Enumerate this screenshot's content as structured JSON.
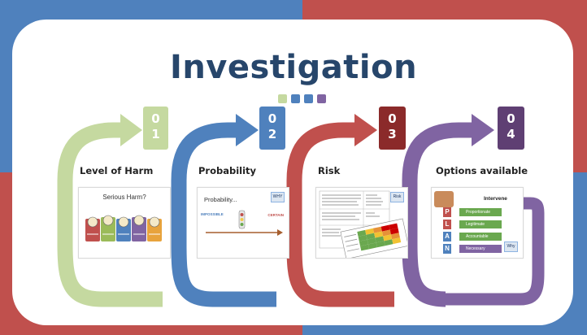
{
  "slide": {
    "title": "Investigation",
    "colors": {
      "green": "#c5d9a0",
      "blue": "#4f81bd",
      "red": "#c0504d",
      "purple": "#8064a2",
      "dark_red": "#8b2a2a",
      "dark_purple": "#5f3f73",
      "title": "#27466b"
    },
    "dots": [
      "#c5d9a0",
      "#4f81bd",
      "#4f81bd",
      "#8064a2"
    ],
    "steps": [
      {
        "num_top": "0",
        "num_bottom": "1",
        "label": "Level of Harm",
        "thumb": {
          "title": "Serious Harm?"
        }
      },
      {
        "num_top": "0",
        "num_bottom": "2",
        "label": "Probability",
        "thumb": {
          "title": "Probability...",
          "left": "IMPOSSIBLE",
          "right": "CERTAIN",
          "badge": "WHY"
        }
      },
      {
        "num_top": "0",
        "num_bottom": "3",
        "label": "Risk",
        "thumb": {
          "badge": "Risk"
        }
      },
      {
        "num_top": "0",
        "num_bottom": "4",
        "label": "Options available",
        "thumb": {
          "heading": "Intervene",
          "letters": [
            "P",
            "L",
            "A",
            "N"
          ],
          "options": [
            "Proportionate",
            "Legitimate",
            "Accountable",
            "Necessary"
          ],
          "badge": "Why"
        }
      }
    ]
  }
}
